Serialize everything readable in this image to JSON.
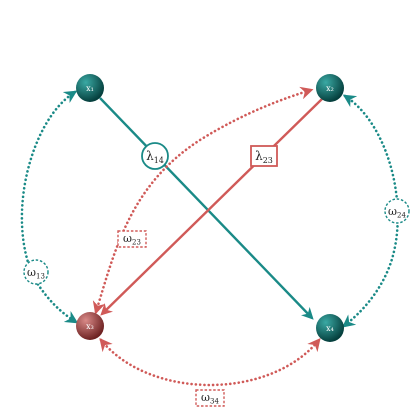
{
  "colors": {
    "teal": "#1a8a87",
    "red": "#d05a58",
    "node_teal_light": "#3aa9a4",
    "node_teal_dark": "#053f3d",
    "node_red_light": "#d98a88",
    "node_red_dark": "#6e2222"
  },
  "nodes": {
    "x1": "x₁",
    "x2": "x₂",
    "x3": "x₃",
    "x4": "x₄"
  },
  "labels": {
    "lambda14_base": "λ",
    "lambda14_sub": "14",
    "lambda23_base": "λ",
    "lambda23_sub": "23",
    "omega23_base": "ω",
    "omega23_sub": "23",
    "omega13_base": "ω",
    "omega13_sub": "13",
    "omega24_base": "ω",
    "omega24_sub": "24",
    "omega34_base": "ω",
    "omega34_sub": "34"
  }
}
